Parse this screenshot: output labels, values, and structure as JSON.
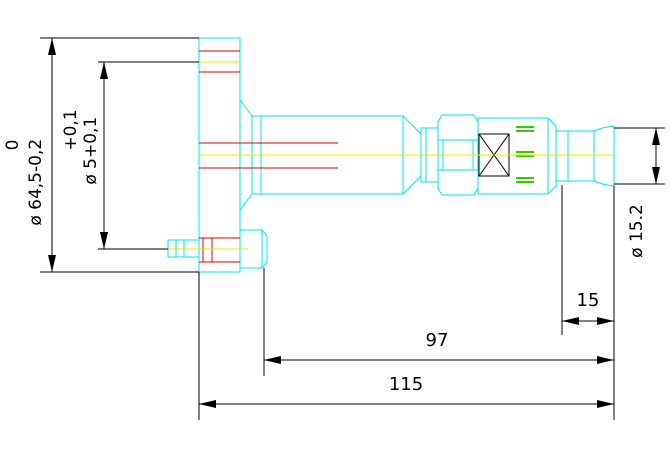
{
  "colors": {
    "background": "#ffffff",
    "outline": "#00e5e5",
    "centerline": "#e8e800",
    "hidden": "#e00000",
    "thread": "#33cc00",
    "dimension": "#000000"
  },
  "dimensions": {
    "length_total": "115",
    "length_97": "97",
    "length_15": "15",
    "dia_15_2": "ø 15.2",
    "dia_64_5": "ø 64,5",
    "dia_64_5_tol_upper": "0",
    "dia_64_5_tol_lower": "-0,2",
    "dia_5": "ø 5",
    "dia_5_tol_upper": "+0,1",
    "dia_5_tol_lower": "+0,1"
  }
}
